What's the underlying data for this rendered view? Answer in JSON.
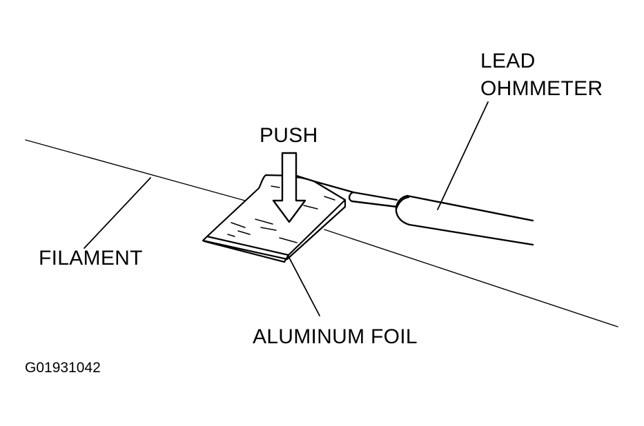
{
  "labels": {
    "lead_line1": "LEAD",
    "lead_line2": "OHMMETER",
    "push": "PUSH",
    "filament": "FILAMENT",
    "aluminum_foil": "ALUMINUM FOIL"
  },
  "figure_code": "G01931042",
  "colors": {
    "ink": "#000000",
    "background": "#ffffff"
  }
}
